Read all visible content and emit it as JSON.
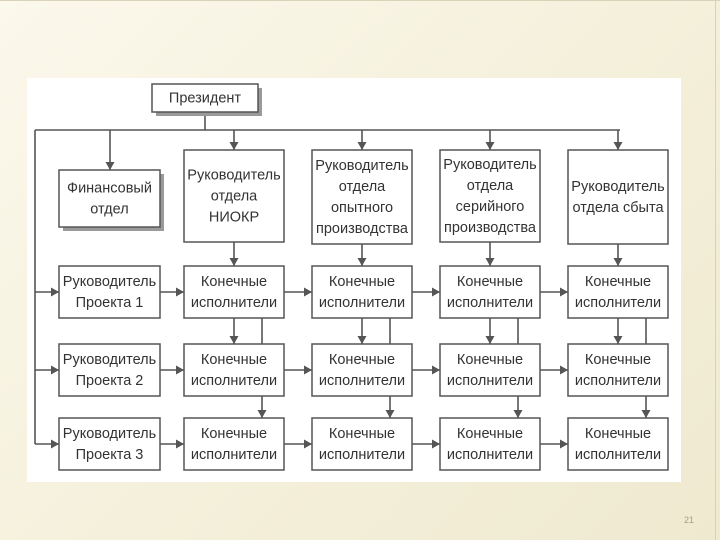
{
  "slide": {
    "page_number": "21"
  },
  "diagram": {
    "president": "Президент",
    "finance": [
      "Финансовый",
      "отдел"
    ],
    "departments": [
      [
        "Руководитель",
        "отдела",
        "НИОКР"
      ],
      [
        "Руководитель",
        "отдела",
        "опытного",
        "производства"
      ],
      [
        "Руководитель",
        "отдела",
        "серийного",
        "производства"
      ],
      [
        "Руководитель",
        "отдела сбыта"
      ]
    ],
    "project_managers": [
      [
        "Руководитель",
        "Проекта 1"
      ],
      [
        "Руководитель",
        "Проекта 2"
      ],
      [
        "Руководитель",
        "Проекта 3"
      ]
    ],
    "executor": [
      "Конечные",
      "исполнители"
    ]
  }
}
